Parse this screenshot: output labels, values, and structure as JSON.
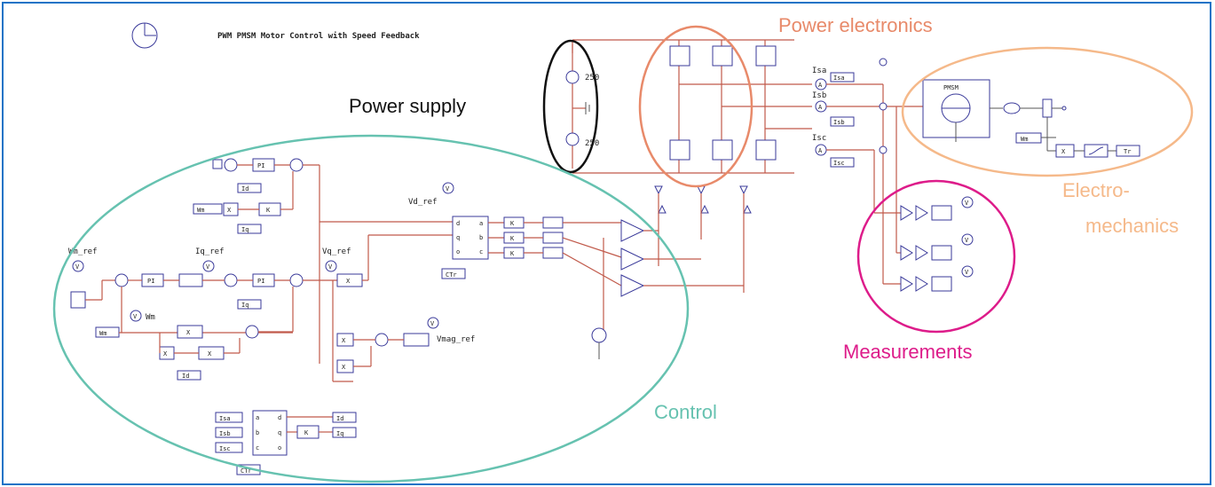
{
  "title": "PWM PMSM Motor Control with Speed Feedback",
  "regions": {
    "power_electronics": {
      "label": "Power electronics",
      "color": "#e88a6a"
    },
    "power_supply": {
      "label": "Power supply",
      "color": "#111111"
    },
    "electromechanics": {
      "label_line1": "Electro-",
      "label_line2": "mechanics",
      "color": "#f5b98a"
    },
    "control": {
      "label": "Control",
      "color": "#66c2b0"
    },
    "measurements": {
      "label": "Measurements",
      "color": "#dd1c8a"
    }
  },
  "supply": {
    "v_top": "250",
    "v_bottom": "250"
  },
  "signals": {
    "wm_ref": "Wm_ref",
    "iq_ref": "Iq_ref",
    "vq_ref": "Vq_ref",
    "vd_ref": "Vd_ref",
    "wm_probe": "Wm",
    "vmag_ref": "Vmag_ref",
    "id": "Id",
    "iq": "Iq",
    "wm": "Wm",
    "ctr": "CTr",
    "tr": "Tr",
    "isa": "Isa",
    "isb": "Isb",
    "isc": "Isc"
  },
  "blocks": {
    "pi": "PI",
    "k": "K",
    "x": "X",
    "pmsm": "PMSM",
    "meter_v": "V",
    "meter_a": "A"
  },
  "dq_ports": {
    "in": [
      "d",
      "q",
      "o"
    ],
    "out": [
      "a",
      "b",
      "c"
    ]
  },
  "abc_ports": {
    "in": [
      "a",
      "b",
      "c"
    ],
    "out": [
      "d",
      "q",
      "o"
    ]
  }
}
